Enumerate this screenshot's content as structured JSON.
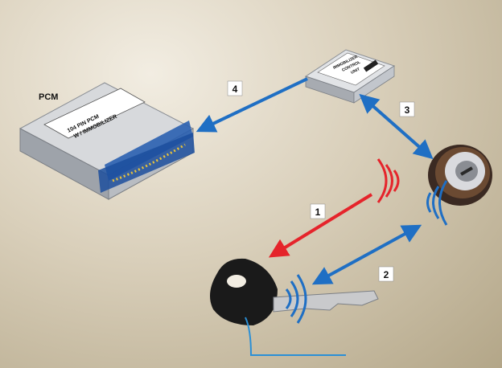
{
  "pcm": {
    "title": "PCM",
    "label_line1": "104 PIN  PCM",
    "label_line2": "W / IMMOBILIZER"
  },
  "control_unit": {
    "label_line1": "IMMOBILIZER",
    "label_line2": "CONTROL",
    "label_line3": "UNIT"
  },
  "steps": [
    "1",
    "2",
    "3",
    "4"
  ],
  "colors": {
    "red_signal": "#e5242b",
    "blue_signal": "#1f6fc4",
    "pointer_line": "#2a8fd6",
    "label_box_bg": "#ffffff"
  },
  "icons": [
    "ignition-lock-cylinder-icon",
    "ignition-key-icon",
    "pcm-module-icon",
    "immobilizer-control-unit-icon"
  ]
}
